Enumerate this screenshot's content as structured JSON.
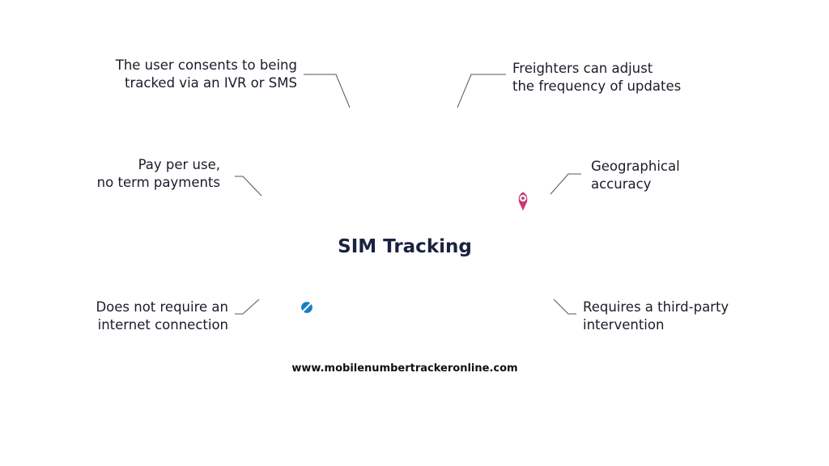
{
  "title": "SIM Tracking",
  "website": "www.mobilenumbertrackeronline.com",
  "segments": [
    {
      "id": "consent",
      "label": "The user consents to being\ntracked via an IVR or SMS",
      "icon": "message-check-phone-icon",
      "colors": [
        "#f47a2a",
        "#f8a12e"
      ]
    },
    {
      "id": "frequency",
      "label": "Freighters can adjust\nthe frequency of updates",
      "icon": "bell-slider-icon",
      "colors": [
        "#b8191a",
        "#e2531f"
      ]
    },
    {
      "id": "pay",
      "label": "Pay per use,\nno term payments",
      "icon": "hand-card-icon",
      "colors": [
        "#4f3592",
        "#8355bd"
      ]
    },
    {
      "id": "geo",
      "label": "Geographical\naccuracy",
      "icon": "globe-location-icon",
      "colors": [
        "#4a1f4c",
        "#e0417f"
      ]
    },
    {
      "id": "internet",
      "label": "Does not require an\ninternet connection",
      "icon": "globe-blocked-icon",
      "colors": [
        "#1769b5",
        "#0a96d6"
      ]
    },
    {
      "id": "thirdparty",
      "label": "Requires a third-party\nintervention",
      "icon": "team-network-icon",
      "colors": [
        "#23285e",
        "#5b6cd0"
      ]
    }
  ]
}
